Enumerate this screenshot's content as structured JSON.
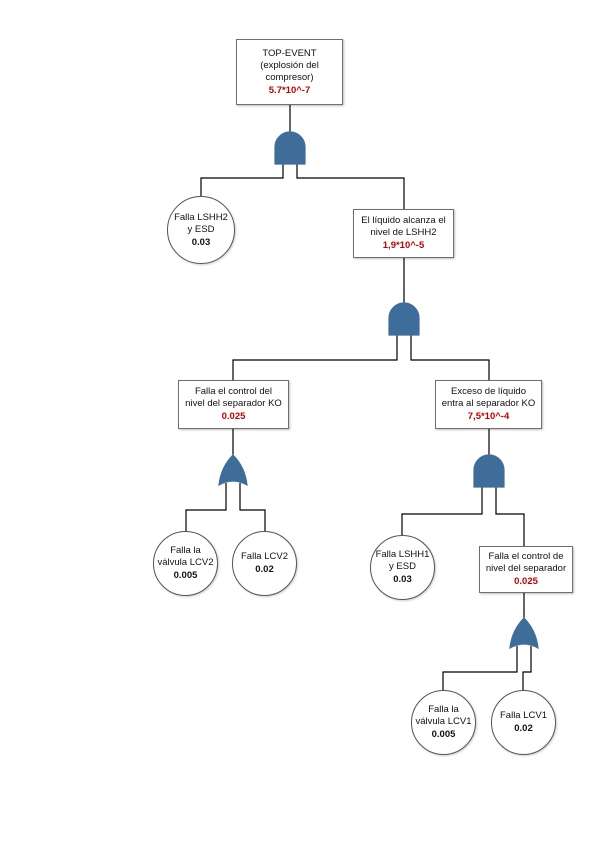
{
  "colors": {
    "gate_fill": "#3f6d9a",
    "line": "#000000",
    "probability_highlight": "#c00000"
  },
  "top": {
    "label_lines": [
      "TOP-EVENT",
      "(explosión del",
      "compresor)"
    ],
    "probability": "5.7*10^-7"
  },
  "gates": [
    {
      "id": "g_top",
      "type": "and"
    },
    {
      "id": "g_lshh2",
      "type": "and"
    },
    {
      "id": "g_kocontrol",
      "type": "or"
    },
    {
      "id": "g_exceso",
      "type": "and"
    },
    {
      "id": "g_separador",
      "type": "or"
    }
  ],
  "events": {
    "liquido_lshh2": {
      "label_lines": [
        "El líquido alcanza el",
        "nivel de LSHH2"
      ],
      "probability": "1,9*10^-5"
    },
    "falla_control_ko": {
      "label_lines": [
        "Falla el control del",
        "nivel del separador KO"
      ],
      "probability": "0.025"
    },
    "exceso_liquido": {
      "label_lines": [
        "Exceso de líquido",
        "entra al separador KO"
      ],
      "probability": "7,5*10^-4"
    },
    "falla_control_sep": {
      "label_lines": [
        "Falla el control de",
        "nivel del separador"
      ],
      "probability": "0.025"
    }
  },
  "basic_events": {
    "lshh2_esd": {
      "label_lines": [
        "Falla LSHH2",
        "y ESD"
      ],
      "probability": "0.03"
    },
    "valvula_lcv2": {
      "label_lines": [
        "Falla la",
        "válvula LCV2"
      ],
      "probability": "0.005"
    },
    "lcv2": {
      "label_lines": [
        "Falla LCV2"
      ],
      "probability": "0.02"
    },
    "lshh1_esd": {
      "label_lines": [
        "Falla LSHH1",
        "y ESD"
      ],
      "probability": "0.03"
    },
    "valvula_lcv1": {
      "label_lines": [
        "Falla la",
        "válvula LCV1"
      ],
      "probability": "0.005"
    },
    "lcv1": {
      "label_lines": [
        "Falla LCV1"
      ],
      "probability": "0.02"
    }
  }
}
